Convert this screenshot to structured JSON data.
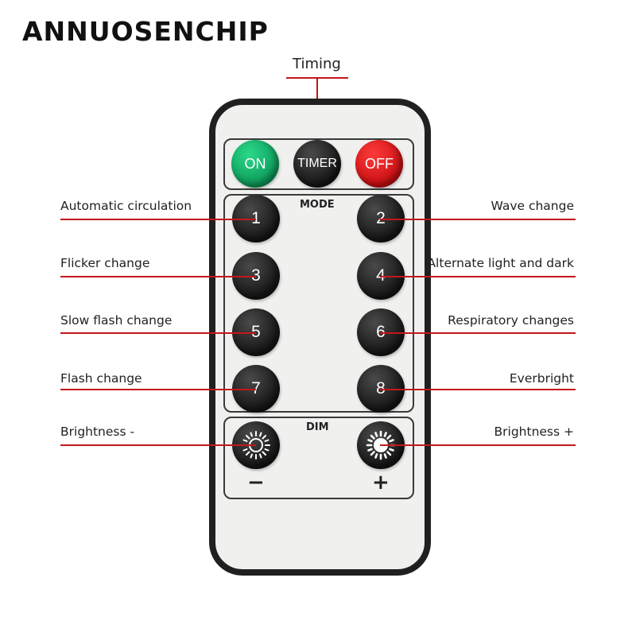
{
  "brand": "ANNUOSENCHIP",
  "timing_label": "Timing",
  "remote": {
    "top_buttons": {
      "on": "ON",
      "timer": "TIMER",
      "off": "OFF"
    },
    "mode_title": "MODE",
    "dim_title": "DIM",
    "number_buttons": [
      "1",
      "2",
      "3",
      "4",
      "5",
      "6",
      "7",
      "8"
    ],
    "minus_sign": "−",
    "plus_sign": "+"
  },
  "labels": {
    "left": [
      "Automatic circulation",
      "Flicker change",
      "Slow flash change",
      "Flash change",
      "Brightness -"
    ],
    "right": [
      "Wave change",
      "Alternate light and dark",
      "Respiratory changes",
      "Everbright",
      "Brightness +"
    ]
  },
  "colors": {
    "leader": "#c4161c",
    "on": "#11b36a",
    "off": "#e81b1f",
    "button": "#1a1a1a",
    "body": "#f0f1ef"
  },
  "icons": {
    "dim_minus": "sun-outline-icon",
    "dim_plus": "sun-filled-icon"
  }
}
